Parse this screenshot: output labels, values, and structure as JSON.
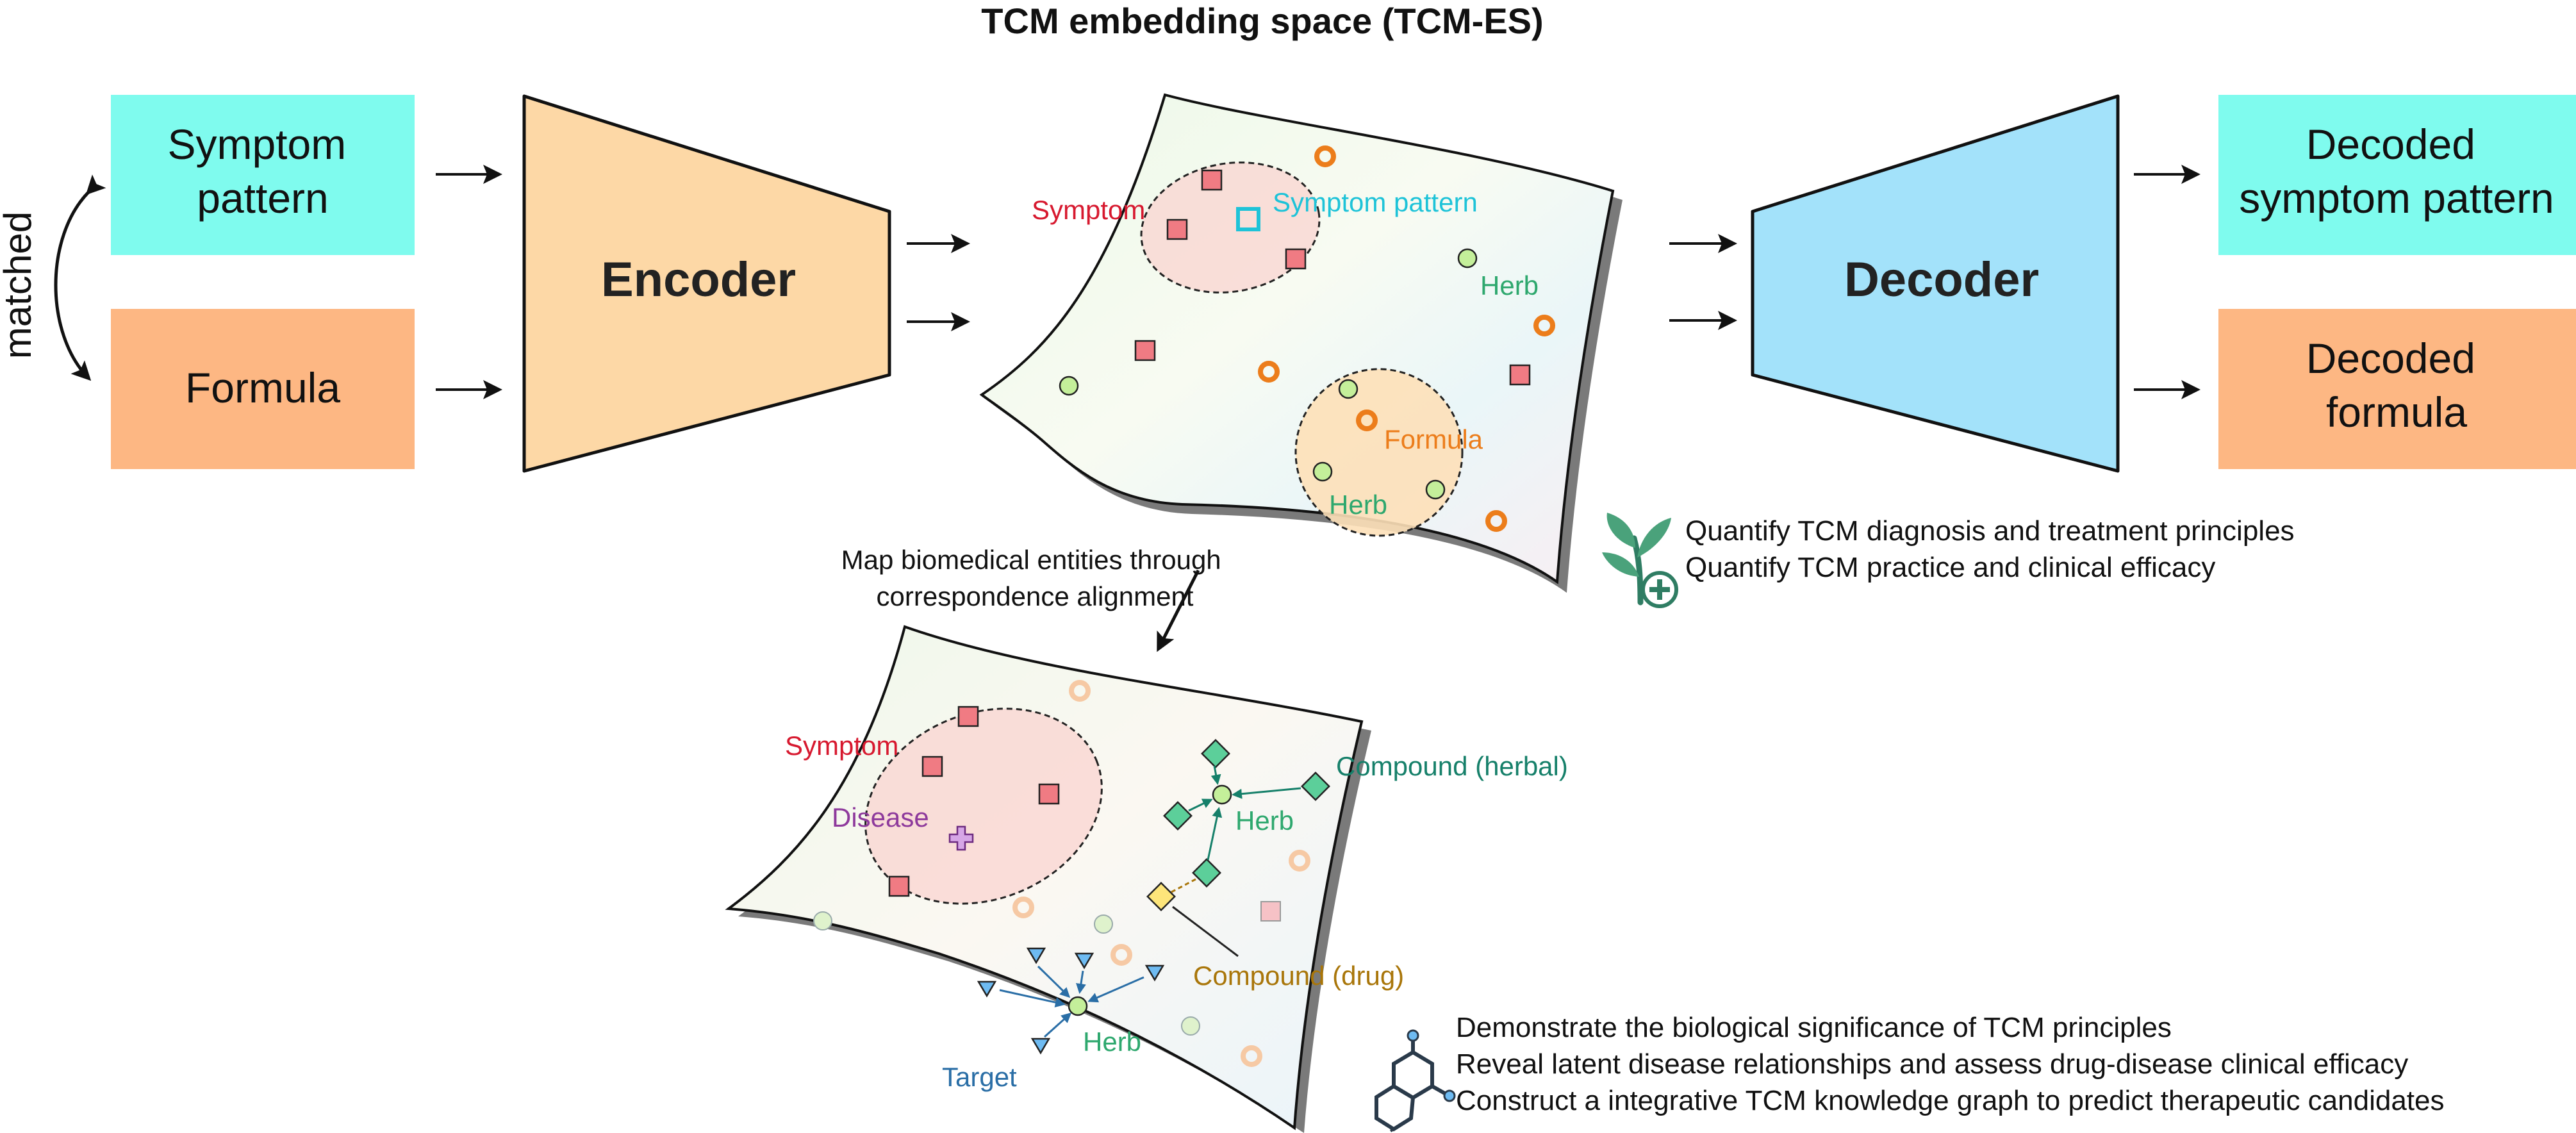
{
  "title": "TCM embedding space (TCM-ES)",
  "inputs": {
    "symptom_pattern": [
      "Symptom",
      "pattern"
    ],
    "formula": "Formula",
    "matched_label": "matched"
  },
  "encoder": {
    "label": "Encoder"
  },
  "decoder": {
    "label": "Decoder"
  },
  "outputs": {
    "decoded_symptom_pattern": [
      "Decoded",
      "symptom pattern"
    ],
    "decoded_formula": [
      "Decoded",
      "formula"
    ]
  },
  "embedding_space": {
    "labels": {
      "symptom": "Symptom",
      "symptom_pattern": "Symptom pattern",
      "herb_top": "Herb",
      "formula": "Formula",
      "herb_cluster": "Herb"
    }
  },
  "mapping": {
    "caption": [
      "Map biomedical entities through",
      "correspondence alignment"
    ]
  },
  "applications_top": {
    "icon": "herb-medicine-icon",
    "items": [
      "Quantify TCM diagnosis and treatment principles",
      "Quantify TCM practice and clinical efficacy"
    ]
  },
  "biomedical_space": {
    "labels": {
      "symptom": "Symptom",
      "disease": "Disease",
      "compound_herbal": "Compound (herbal)",
      "herb_upper": "Herb",
      "compound_drug": "Compound (drug)",
      "herb_lower": "Herb",
      "target": "Target"
    }
  },
  "applications_bottom": {
    "icon": "molecule-icon",
    "items": [
      "Demonstrate the biological significance of TCM principles",
      "Reveal latent disease relationships and assess drug-disease clinical efficacy",
      "Construct a integrative TCM knowledge graph to predict therapeutic candidates"
    ]
  },
  "colors": {
    "symptom_pattern_box": "#7ffbee",
    "formula_box": "#fdb783",
    "encoder_fill": "#fdd8a6",
    "decoder_fill": "#a3e2fa",
    "symptom_red": "#d7192f",
    "symptom_pattern_cyan": "#1ec3d8",
    "herb_green": "#2ea86e",
    "formula_orange": "#ec7d1b",
    "disease_purple": "#8e3a9c",
    "compound_herbal_teal": "#16806a",
    "compound_drug_brown": "#a9760a",
    "target_blue": "#2a6ea6"
  }
}
